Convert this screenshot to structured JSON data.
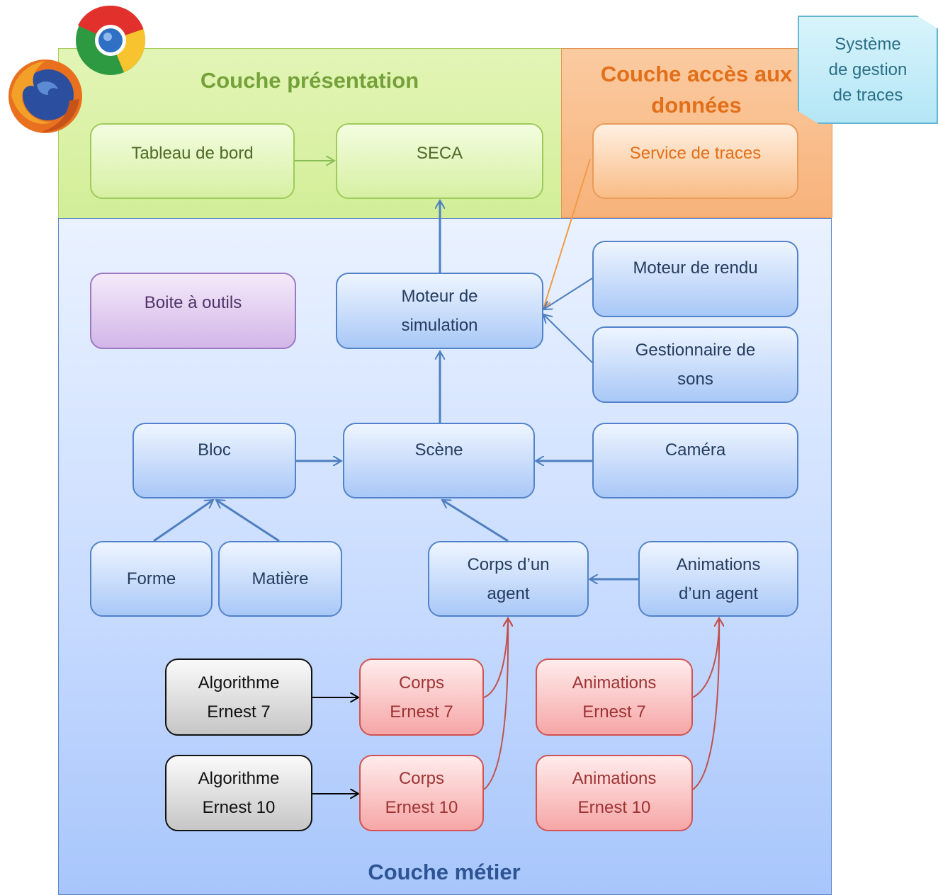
{
  "layers": {
    "presentation": "Couche présentation",
    "data_access": "Couche accès aux\ndonnées",
    "metier": "Couche métier"
  },
  "note": "Système\nde gestion\nde traces",
  "nodes": {
    "tableau_de_bord": "Tableau de bord",
    "seca": "SECA",
    "service_de_traces": "Service de traces",
    "boite_a_outils": "Boite à outils",
    "moteur_de_simulation": "Moteur de\nsimulation",
    "moteur_de_rendu": "Moteur de rendu",
    "gestionnaire_de_sons": "Gestionnaire de\nsons",
    "bloc": "Bloc",
    "scene": "Scène",
    "camera": "Caméra",
    "forme": "Forme",
    "matiere": "Matière",
    "corps_agent": "Corps d’un\nagent",
    "animations_agent": "Animations\nd’un agent",
    "algorithme_ernest_7": "Algorithme\nErnest 7",
    "corps_ernest_7": "Corps\nErnest 7",
    "animations_ernest_7": "Animations\nErnest 7",
    "algorithme_ernest_10": "Algorithme\nErnest 10",
    "corps_ernest_10": "Corps\nErnest 10",
    "animations_ernest_10": "Animations\nErnest 10"
  },
  "colors": {
    "presentation": "#d2ee98",
    "data_access": "#f7b27a",
    "metier": "#a8c6fb",
    "arrow_blue": "#4e7fbf",
    "arrow_green": "#8bbd57",
    "arrow_orange": "#f19a45",
    "arrow_red": "#c0504d",
    "arrow_black": "#000000"
  },
  "logos": [
    "chrome-logo",
    "firefox-logo"
  ]
}
